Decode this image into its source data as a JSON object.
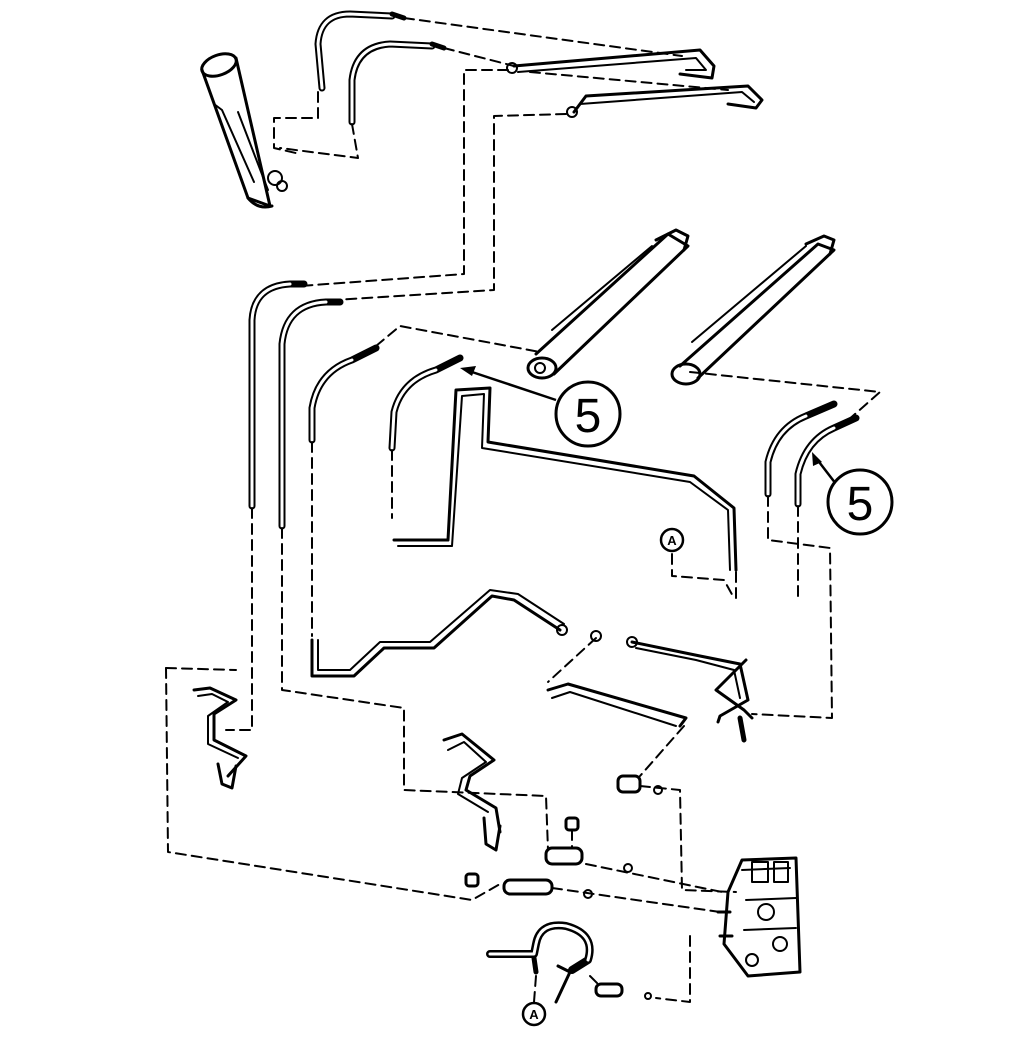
{
  "callouts": [
    {
      "label": "5"
    },
    {
      "label": "5"
    }
  ],
  "connectors": [
    {
      "label": "A"
    },
    {
      "label": "A"
    }
  ]
}
